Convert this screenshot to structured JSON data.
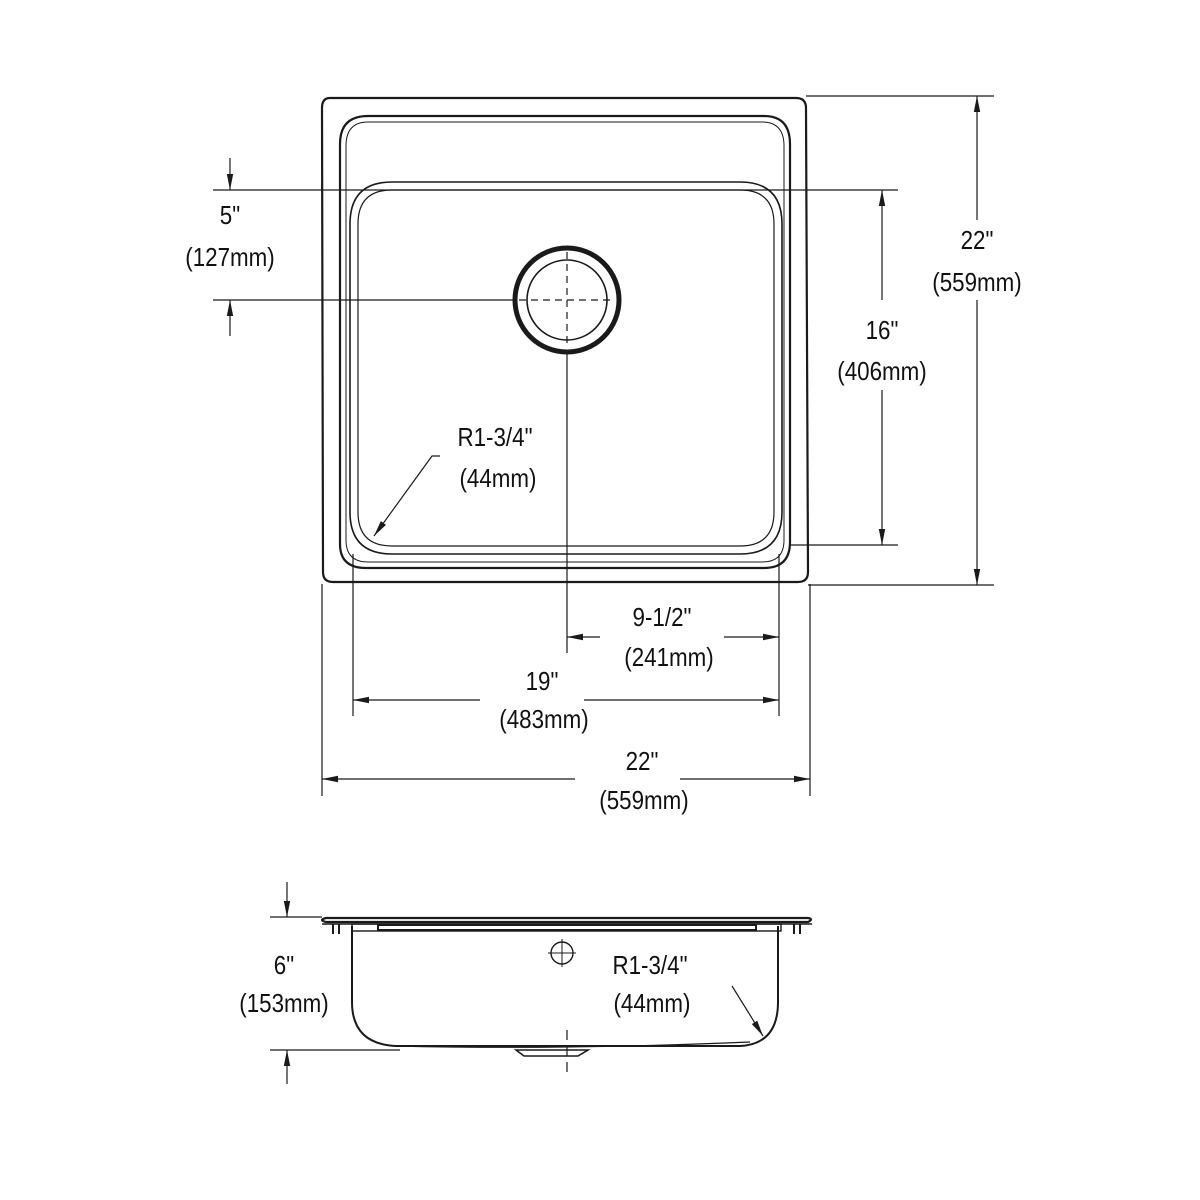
{
  "diagram": {
    "subject": "Single bowl drop-in sink dimension drawing",
    "colors": {
      "line": "#1a1a1a",
      "background": "#ffffff"
    },
    "top_view": {
      "dimensions": {
        "drain_offset_from_bowl_top": {
          "imperial": "5\"",
          "metric": "(127mm)"
        },
        "overall_depth": {
          "imperial": "22\"",
          "metric": "(559mm)"
        },
        "bowl_front_to_back": {
          "imperial": "16\"",
          "metric": "(406mm)"
        },
        "bowl_corner_radius": {
          "imperial": "R1-3/4\"",
          "metric": "(44mm)"
        },
        "drain_to_bowl_right": {
          "imperial": "9-1/2\"",
          "metric": "(241mm)"
        },
        "bowl_width": {
          "imperial": "19\"",
          "metric": "(483mm)"
        },
        "overall_width": {
          "imperial": "22\"",
          "metric": "(559mm)"
        }
      }
    },
    "side_view": {
      "dimensions": {
        "bowl_depth": {
          "imperial": "6\"",
          "metric": "(153mm)"
        },
        "bottom_corner_radius": {
          "imperial": "R1-3/4\"",
          "metric": "(44mm)"
        }
      }
    }
  }
}
